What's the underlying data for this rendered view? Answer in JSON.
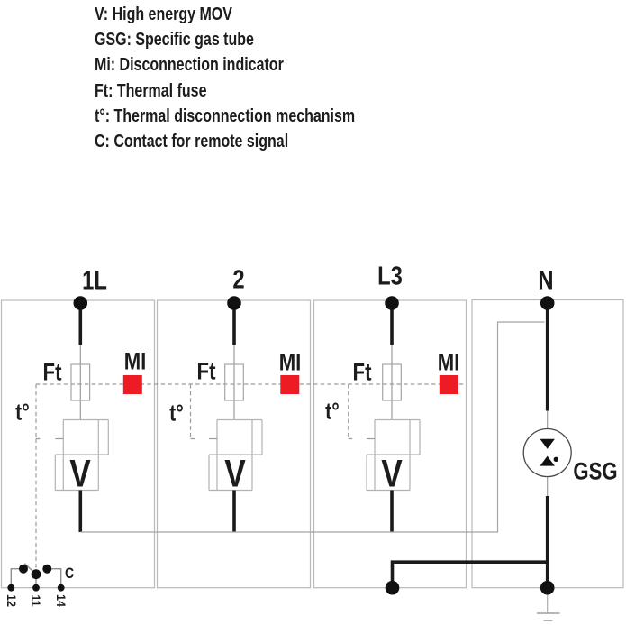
{
  "legend": {
    "items": [
      "V: High energy MOV",
      "GSG: Specific gas tube",
      "Mi: Disconnection indicator",
      "Ft: Thermal fuse",
      "t°: Thermal disconnection mechanism",
      "C: Contact for remote signal"
    ]
  },
  "diagram": {
    "phases": [
      {
        "terminal": "1L",
        "fuse": "Ft",
        "indicator": "MI",
        "thermal": "t°",
        "varistor": "V"
      },
      {
        "terminal": "2",
        "fuse": "Ft",
        "indicator": "MI",
        "thermal": "t°",
        "varistor": "V"
      },
      {
        "terminal": "L3",
        "fuse": "Ft",
        "indicator": "MI",
        "thermal": "t°",
        "varistor": "V"
      }
    ],
    "neutral": {
      "terminal": "N",
      "gas_tube": "GSG"
    },
    "remote_contact": {
      "label": "C",
      "terminals": [
        "12",
        "11",
        "14"
      ]
    },
    "colors": {
      "indicator_red": "#EC1B24",
      "line_black": "#1a1a1a",
      "outline_gray": "#b9b9b9",
      "circuit_gray": "#9c9c9c"
    }
  }
}
